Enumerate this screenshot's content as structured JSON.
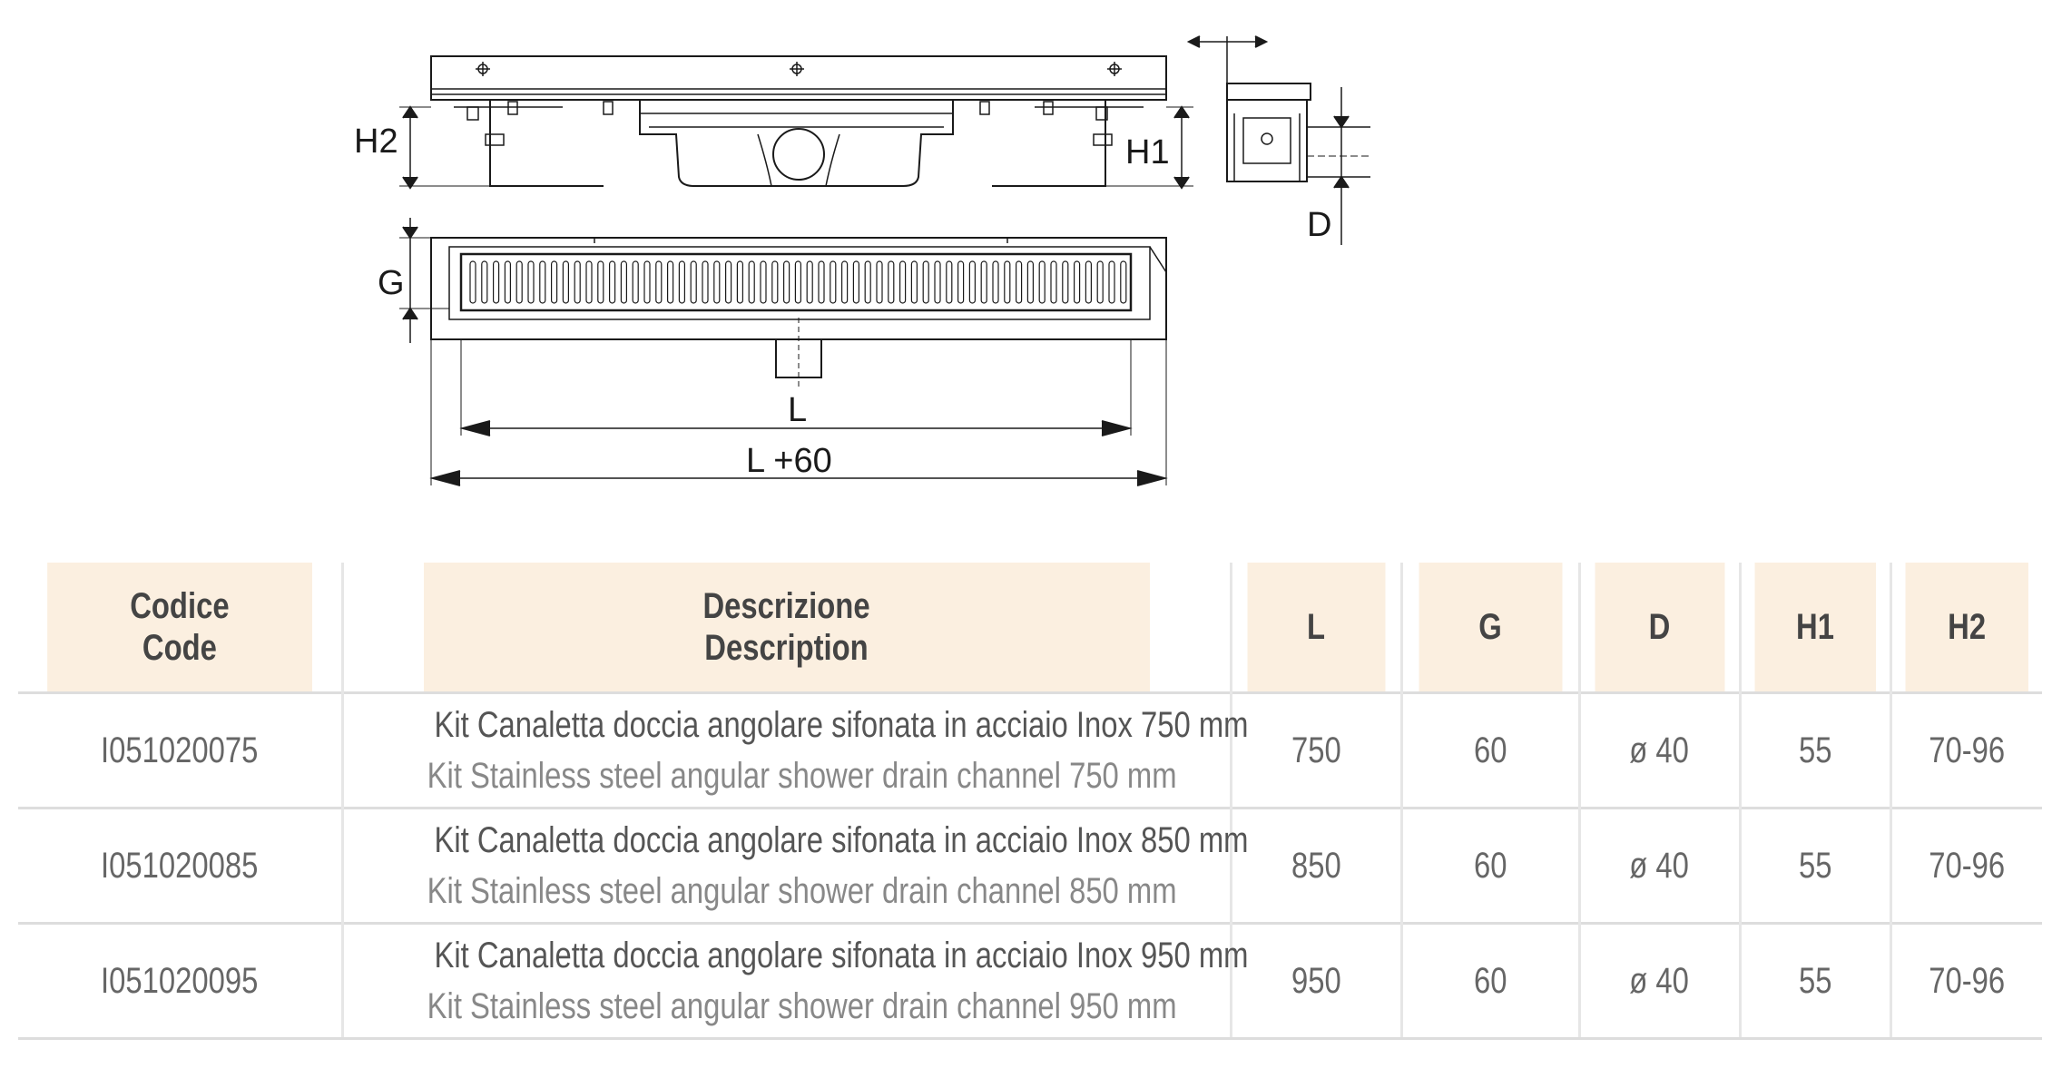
{
  "drawing": {
    "labels": {
      "h2": "H2",
      "h1": "H1",
      "d": "D",
      "g": "G",
      "l": "L",
      "l60": "L +60"
    }
  },
  "table": {
    "headers": [
      {
        "it": "Codice",
        "en": "Code"
      },
      {
        "it": "Descrizione",
        "en": "Description"
      },
      {
        "it": "L",
        "en": ""
      },
      {
        "it": "G",
        "en": ""
      },
      {
        "it": "D",
        "en": ""
      },
      {
        "it": "H1",
        "en": ""
      },
      {
        "it": "H2",
        "en": ""
      }
    ],
    "rows": [
      {
        "code": "I051020075",
        "desc_it": "Kit Canaletta doccia angolare sifonata in acciaio Inox 750 mm",
        "desc_en": "Kit Stainless steel angular shower drain channel 750 mm",
        "l": "750",
        "g": "60",
        "d": "ø 40",
        "h1": "55",
        "h2": "70-96"
      },
      {
        "code": "I051020085",
        "desc_it": "Kit Canaletta doccia angolare sifonata in acciaio Inox 850 mm",
        "desc_en": "Kit Stainless steel angular shower drain channel 850 mm",
        "l": "850",
        "g": "60",
        "d": "ø 40",
        "h1": "55",
        "h2": "70-96"
      },
      {
        "code": "I051020095",
        "desc_it": "Kit Canaletta doccia angolare sifonata in acciaio Inox 950 mm",
        "desc_en": "Kit Stainless steel angular shower drain channel 950 mm",
        "l": "950",
        "g": "60",
        "d": "ø 40",
        "h1": "55",
        "h2": "70-96"
      }
    ]
  }
}
